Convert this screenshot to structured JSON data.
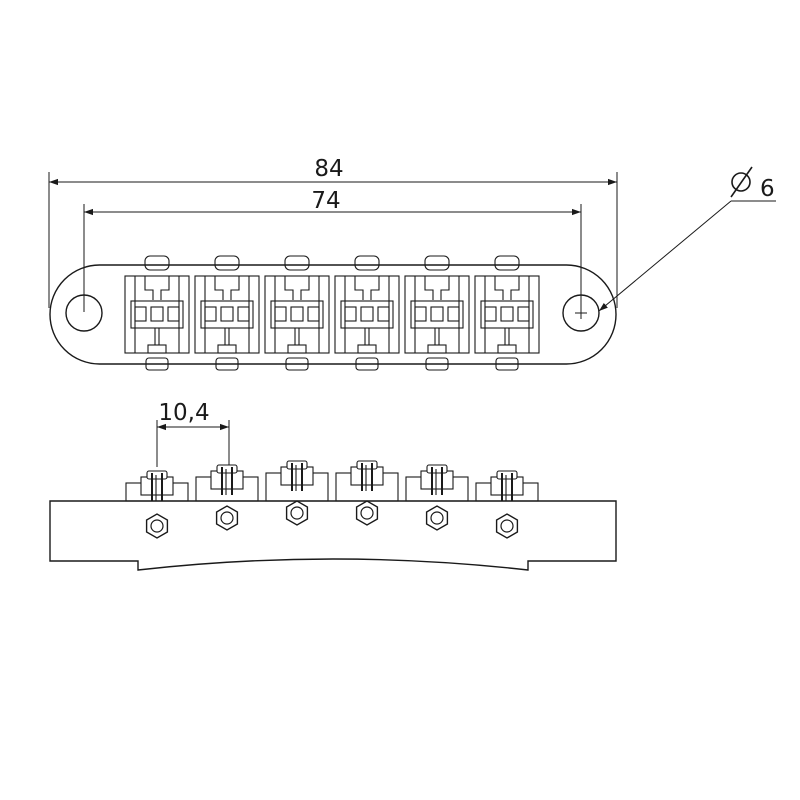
{
  "dimensions": {
    "overall_length": "84",
    "hole_spacing": "74",
    "hole_diameter": "6",
    "diameter_symbol": "∅",
    "saddle_spacing": "10,4"
  },
  "counts": {
    "saddles": 6
  },
  "colors": {
    "ink": "#1a1a1a",
    "background": "#ffffff"
  }
}
